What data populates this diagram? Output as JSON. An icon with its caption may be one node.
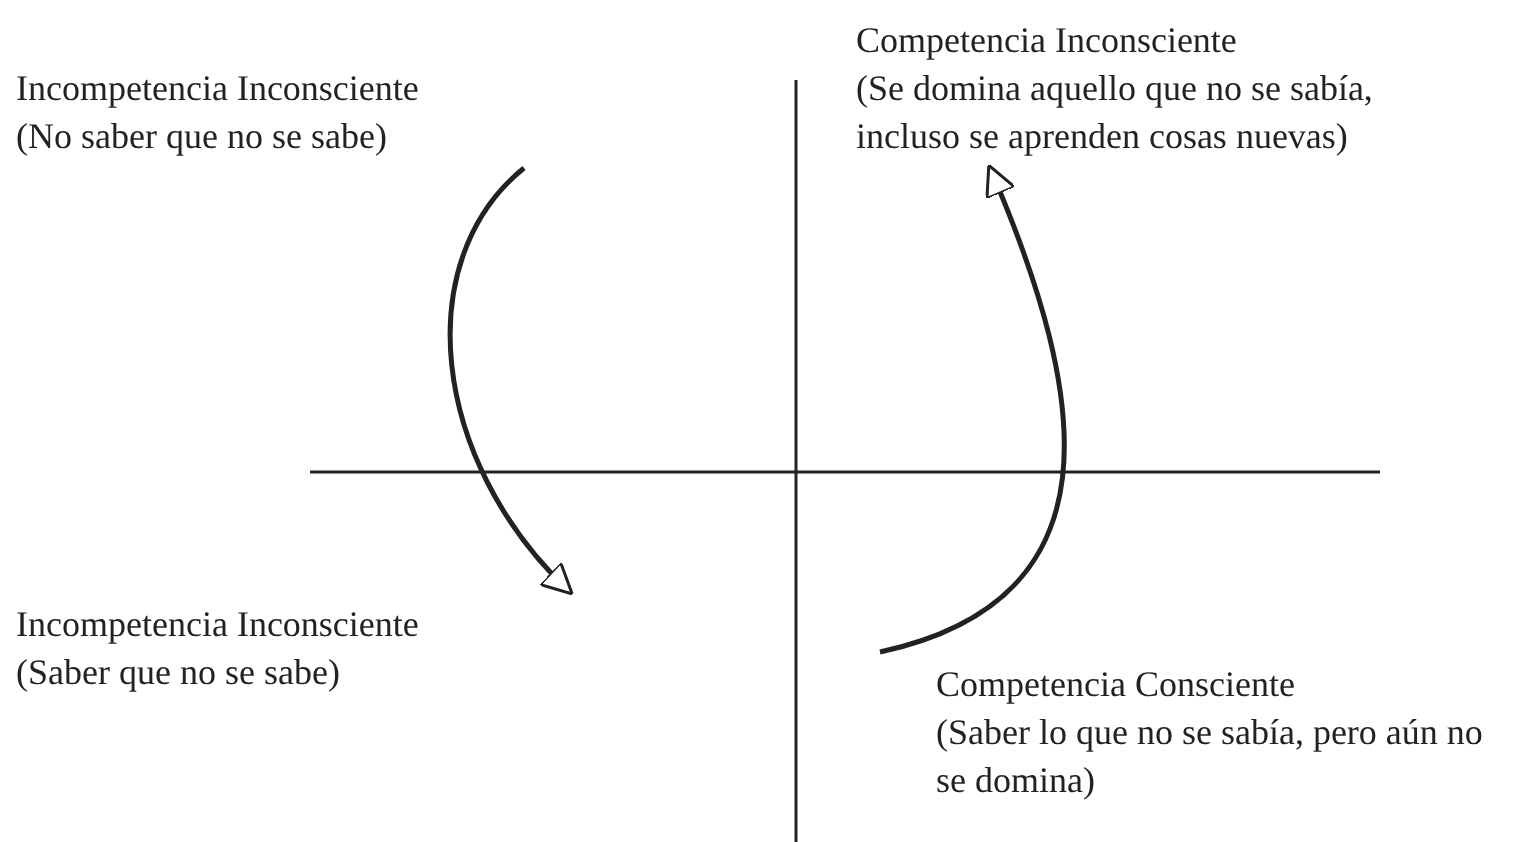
{
  "diagram": {
    "nodes": [
      {
        "text": [
          "Incompetencia Inconsciente",
          "(No saber que no se sabe)"
        ]
      },
      {
        "text": [
          "Competencia Inconsciente",
          "(Se domina aquello que no se sabía, incluso se aprenden cosas nuevas)"
        ]
      },
      {
        "text": [
          "Incompetencia Inconsciente",
          "(Saber que no se sabe)"
        ]
      },
      {
        "text": [
          "Competencia Consciente",
          "(Saber lo que no se sabía, pero aún no se domina)"
        ]
      }
    ],
    "edges": [
      {
        "from": 0,
        "to": 2,
        "arrow": "to"
      },
      {
        "from": 3,
        "to": 1,
        "arrow": "to"
      }
    ]
  }
}
